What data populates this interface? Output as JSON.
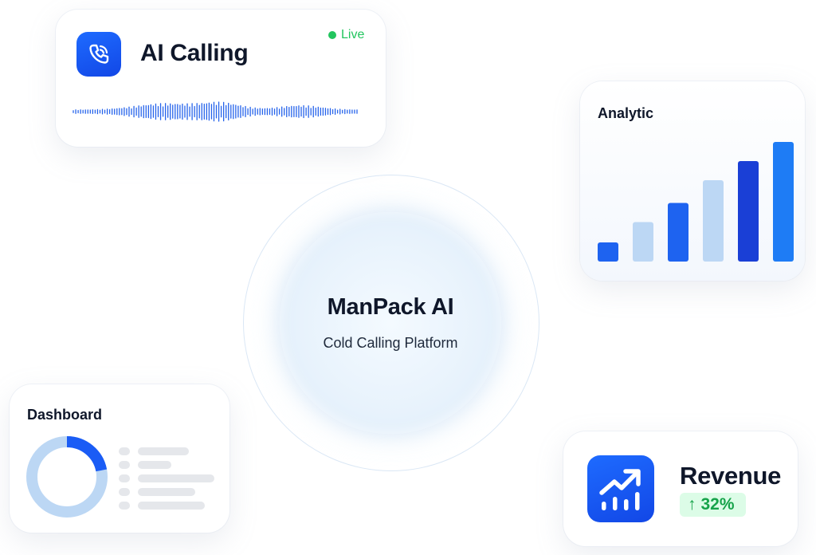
{
  "calling": {
    "title": "AI Calling",
    "status": "Live",
    "status_color": "#22c55e",
    "icon": "phone-ringing-icon",
    "accent": "#1a5cf5"
  },
  "analytic": {
    "title": "Analytic",
    "bar_levels": [
      0.16,
      0.33,
      0.49,
      0.68,
      0.84,
      1.0
    ],
    "bar_colors": [
      "#1e63f0",
      "#bcd7f4",
      "#1e63f0",
      "#bcd7f4",
      "#1a3fd6",
      "#1e7cf5"
    ]
  },
  "center": {
    "title": "ManPack AI",
    "subtitle": "Cold Calling Platform"
  },
  "dashboard": {
    "title": "Dashboard",
    "donut_fraction": 0.22,
    "donut_colors": [
      "#1a5cf5",
      "#bcd7f4"
    ]
  },
  "revenue": {
    "title": "Revenue",
    "change": "32%",
    "arrow": "↑",
    "icon": "trend-up-chart-icon",
    "accent": "#1a5cf5",
    "badge_color": "#16a34a"
  }
}
